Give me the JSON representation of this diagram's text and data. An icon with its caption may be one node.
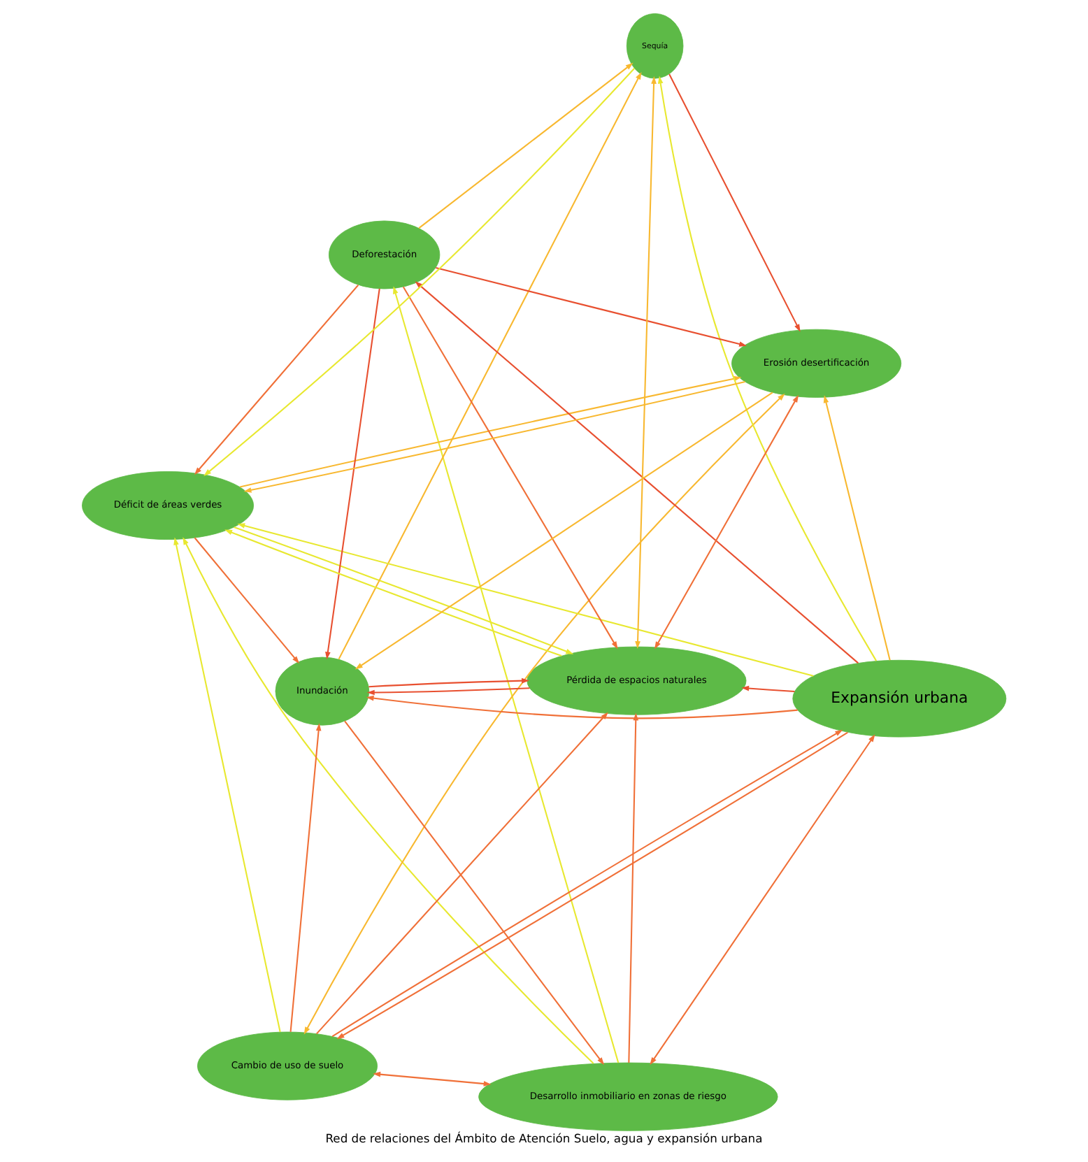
{
  "diagram": {
    "title": "Red de relaciones del Ámbito de Atención Suelo, agua y expansión urbana",
    "nodes": [
      {
        "text": [
          "Desarrollo inmobiliario en zonas de riesgo"
        ]
      },
      {
        "text": [
          "Déficit de áreas verdes"
        ]
      },
      {
        "text": [
          "Cambio de uso de suelo"
        ]
      },
      {
        "text": [
          "Inundación"
        ]
      },
      {
        "text": [
          "Expansión urbana"
        ]
      },
      {
        "text": [
          "Deforestación"
        ]
      },
      {
        "text": [
          "Pérdida de espacios naturales"
        ]
      },
      {
        "text": [
          "Erosión desertificación"
        ]
      },
      {
        "text": [
          "Sequía"
        ]
      }
    ],
    "edges": [
      {
        "from": 0,
        "to": 2,
        "arrow": "both",
        "color": "#f07038"
      },
      {
        "from": 0,
        "to": 6,
        "arrow": "to",
        "color": "#f07038"
      },
      {
        "from": 0,
        "to": 4,
        "arrow": "both",
        "color": "#f07038"
      },
      {
        "from": 0,
        "to": 1,
        "arrow": "to",
        "color": "#e8e830"
      },
      {
        "from": 3,
        "to": 0,
        "arrow": "to",
        "color": "#f07038"
      },
      {
        "from": 0,
        "to": 5,
        "arrow": "to",
        "color": "#e8e830"
      },
      {
        "from": 2,
        "to": 1,
        "arrow": "to",
        "color": "#e8e830"
      },
      {
        "from": 2,
        "to": 3,
        "arrow": "to",
        "color": "#f07038"
      },
      {
        "from": 2,
        "to": 4,
        "arrow": "to",
        "color": "#f07038"
      },
      {
        "from": 4,
        "to": 2,
        "arrow": "to",
        "color": "#f07038"
      },
      {
        "from": 2,
        "to": 6,
        "arrow": "to",
        "color": "#f07038"
      },
      {
        "from": 2,
        "to": 7,
        "arrow": "both",
        "color": "#f8b830"
      },
      {
        "from": 4,
        "to": 1,
        "arrow": "to",
        "color": "#e8e830"
      },
      {
        "from": 6,
        "to": 1,
        "arrow": "to",
        "color": "#e8e830"
      },
      {
        "from": 8,
        "to": 1,
        "arrow": "to",
        "color": "#e8e830"
      },
      {
        "from": 7,
        "to": 1,
        "arrow": "to",
        "color": "#f8b830"
      },
      {
        "from": 5,
        "to": 1,
        "arrow": "to",
        "color": "#f07038"
      },
      {
        "from": 1,
        "to": 3,
        "arrow": "to",
        "color": "#f07038"
      },
      {
        "from": 4,
        "to": 3,
        "arrow": "to",
        "color": "#f07038"
      },
      {
        "from": 6,
        "to": 3,
        "arrow": "to",
        "color": "#e85030"
      },
      {
        "from": 7,
        "to": 3,
        "arrow": "to",
        "color": "#f8b830"
      },
      {
        "from": 5,
        "to": 3,
        "arrow": "to",
        "color": "#e85030"
      },
      {
        "from": 4,
        "to": 5,
        "arrow": "to",
        "color": "#e85030"
      },
      {
        "from": 4,
        "to": 6,
        "arrow": "to",
        "color": "#e85030"
      },
      {
        "from": 1,
        "to": 6,
        "arrow": "to",
        "color": "#e8e830"
      },
      {
        "from": 3,
        "to": 6,
        "arrow": "to",
        "color": "#e85030"
      },
      {
        "from": 5,
        "to": 6,
        "arrow": "to",
        "color": "#f07038"
      },
      {
        "from": 6,
        "to": 7,
        "arrow": "both",
        "color": "#f07038"
      },
      {
        "from": 6,
        "to": 8,
        "arrow": "both",
        "color": "#f8b830"
      },
      {
        "from": 8,
        "to": 7,
        "arrow": "to",
        "color": "#e85030"
      },
      {
        "from": 4,
        "to": 8,
        "arrow": "to",
        "color": "#e8e830"
      },
      {
        "from": 4,
        "to": 7,
        "arrow": "to",
        "color": "#f8b830"
      },
      {
        "from": 5,
        "to": 7,
        "arrow": "to",
        "color": "#e85030"
      },
      {
        "from": 1,
        "to": 7,
        "arrow": "to",
        "color": "#f8b830"
      },
      {
        "from": 3,
        "to": 8,
        "arrow": "to",
        "color": "#f8b830"
      },
      {
        "from": 5,
        "to": 8,
        "arrow": "to",
        "color": "#f8b830"
      }
    ]
  }
}
